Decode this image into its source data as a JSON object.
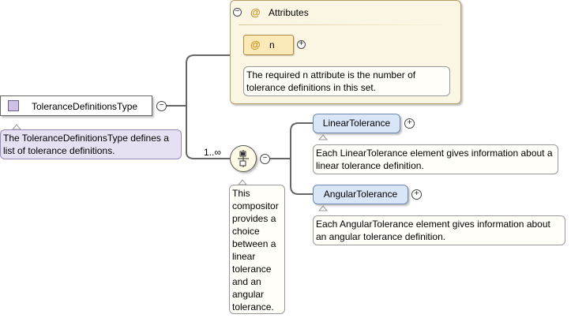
{
  "attributes_group": {
    "title": "Attributes",
    "attribute_name": "n",
    "attribute_doc": "The required n attribute is the number of tolerance definitions in this set."
  },
  "root_type": {
    "name": "ToleranceDefinitionsType",
    "doc": "The ToleranceDefinitionsType defines a list of tolerance definitions."
  },
  "compositor": {
    "cardinality": "1..∞",
    "doc": "This compositor provides a choice between a linear tolerance and an angular tolerance."
  },
  "elements": [
    {
      "name": "LinearTolerance",
      "doc": "Each LinearTolerance element gives information about a linear tolerance definition."
    },
    {
      "name": "AngularTolerance",
      "doc": "Each AngularTolerance element gives information about an angular tolerance definition."
    }
  ],
  "symbols": {
    "collapse": "−",
    "expand": "+",
    "attribute_marker": "@"
  }
}
